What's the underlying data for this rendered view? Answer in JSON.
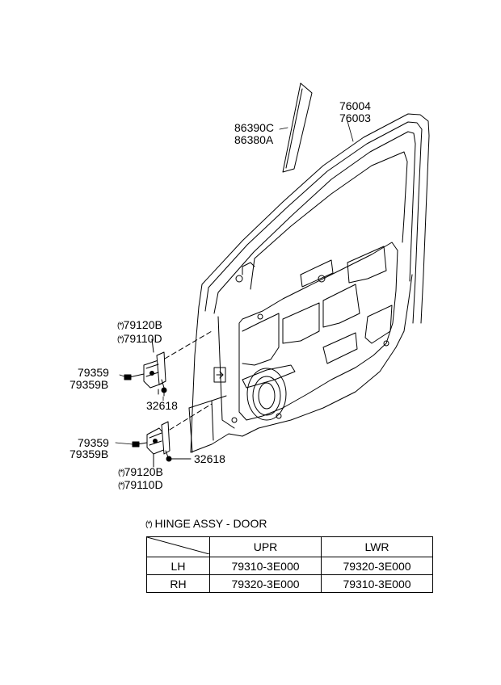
{
  "labels": {
    "glass_channel": [
      "86390C",
      "86380A"
    ],
    "door_panel": [
      "76004",
      "76003"
    ],
    "upper_hinge": [
      "79120B",
      "79110D"
    ],
    "upper_bolt": [
      "79359",
      "79359B"
    ],
    "upper_pin": "32618",
    "lower_bolt": [
      "79359",
      "79359B"
    ],
    "lower_pin": "32618",
    "lower_hinge": [
      "79120B",
      "79110D"
    ]
  },
  "marker": "(*)",
  "legend": {
    "title": "HINGE ASSY - DOOR",
    "columns": [
      "",
      "UPR",
      "LWR"
    ],
    "rows": [
      [
        "LH",
        "79310-3E000",
        "79320-3E000"
      ],
      [
        "RH",
        "79320-3E000",
        "79310-3E000"
      ]
    ]
  }
}
